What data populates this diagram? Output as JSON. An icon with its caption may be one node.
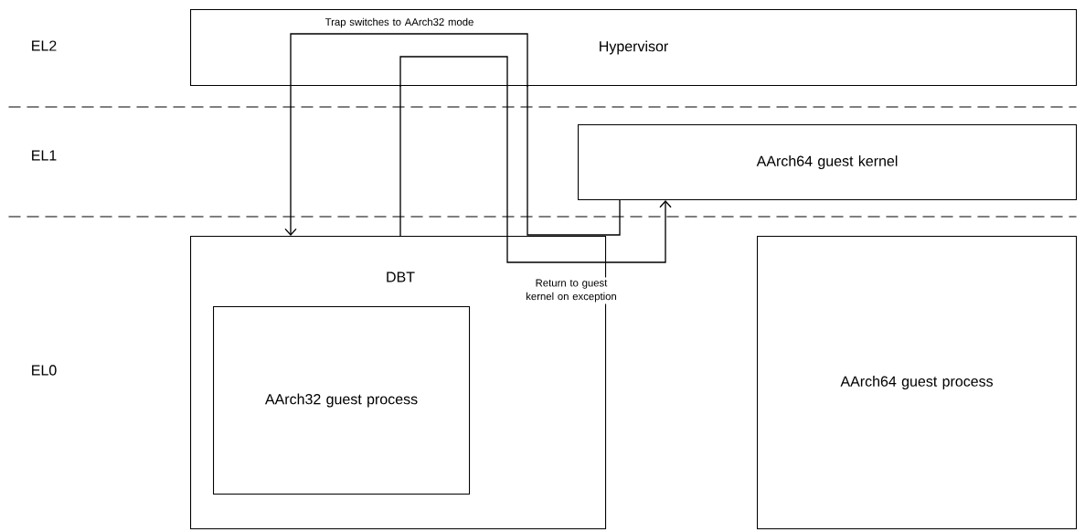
{
  "diagram": {
    "nodes": [
      {
        "text": [
          "Hypervisor"
        ]
      },
      {
        "text": [
          "AArch64 guest kernel"
        ]
      },
      {
        "text": [
          "DBT"
        ]
      },
      {
        "text": [
          "AArch32 guest process"
        ],
        "in": 2
      },
      {
        "text": [
          "AArch64 guest process"
        ]
      }
    ],
    "edges": [
      {
        "from": 1,
        "to": 0,
        "arrow": "none"
      },
      {
        "from": 0,
        "to": 2,
        "arrow": "to",
        "label": "Trap switches to AArch32 mode"
      },
      {
        "from": 2,
        "to": 0,
        "arrow": "none"
      },
      {
        "from": 0,
        "to": 1,
        "arrow": "to",
        "label": "Return to guest kernel on exception"
      }
    ],
    "labels": [
      "EL2",
      "EL1",
      "EL0"
    ]
  }
}
